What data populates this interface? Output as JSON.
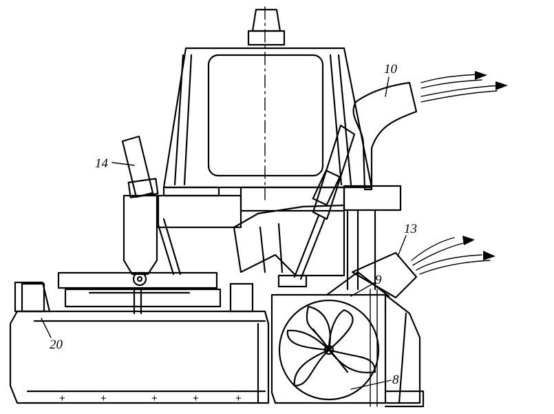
{
  "labels": {
    "l10": "10",
    "l14": "14",
    "l13": "13",
    "l9": "9",
    "l20": "20",
    "l8": "8"
  },
  "marks": [
    "+",
    "+",
    "+",
    "+",
    "+"
  ]
}
